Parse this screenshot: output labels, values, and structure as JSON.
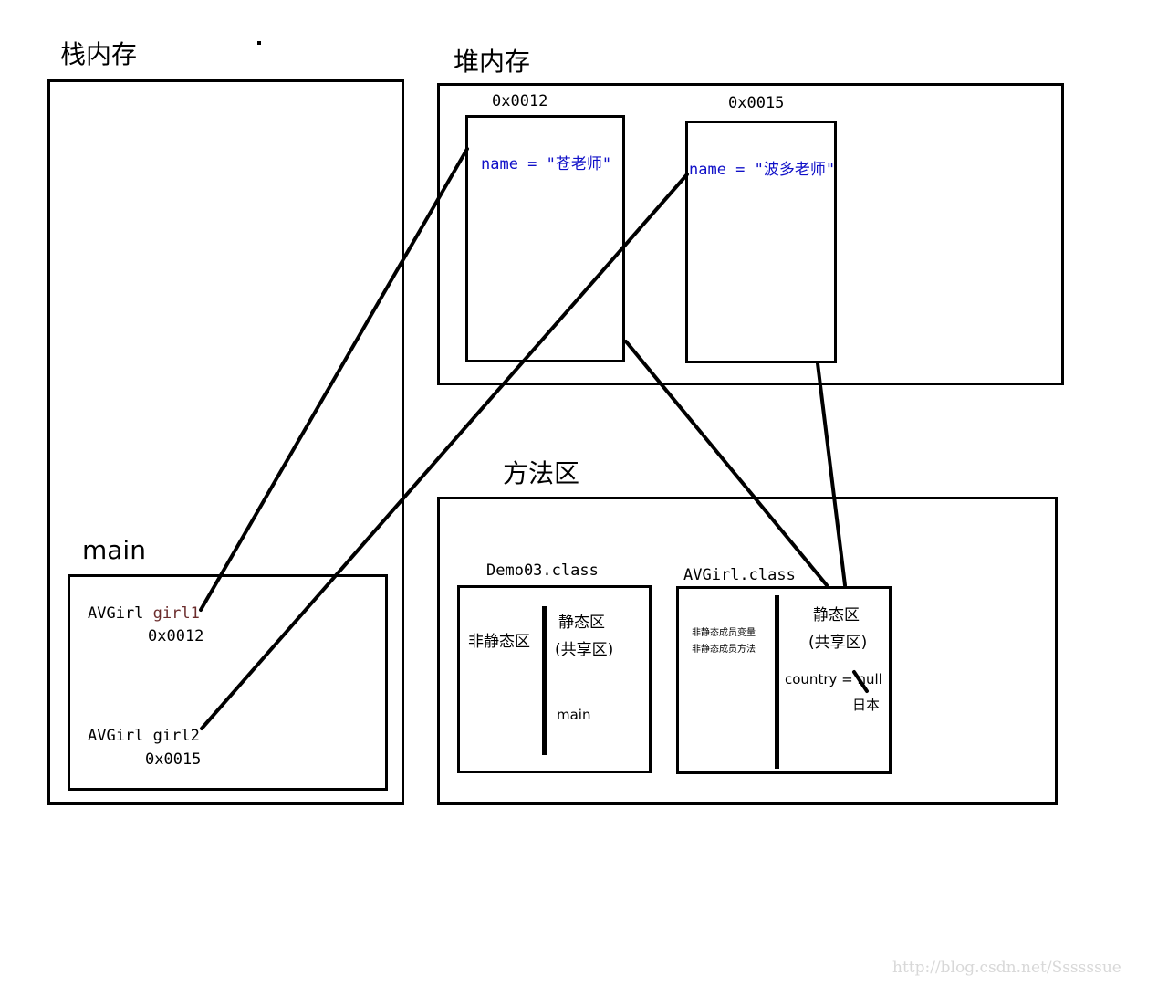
{
  "stack": {
    "title": "栈内存",
    "frame": {
      "title": "main",
      "vars": [
        {
          "type": "AVGirl",
          "name": "girl1",
          "address": "0x0012"
        },
        {
          "type": "AVGirl",
          "name": "girl2",
          "address": "0x0015"
        }
      ]
    }
  },
  "heap": {
    "title": "堆内存",
    "objects": [
      {
        "address": "0x0012",
        "field": "name = ",
        "value": "\"苍老师\""
      },
      {
        "address": "0x0015",
        "field": "name = ",
        "value": "\"波多老师\""
      }
    ]
  },
  "method_area": {
    "title": "方法区",
    "classes": [
      {
        "name": "Demo03.class",
        "non_static_label": "非静态区",
        "static_label_line1": "静态区",
        "static_label_line2": "(共享区)",
        "static_member": "main"
      },
      {
        "name": "AVGirl.class",
        "non_static_line1": "非静态成员变量",
        "non_static_line2": "非静态成员方法",
        "static_label_line1": "静态区",
        "static_label_line2": "(共享区)",
        "static_member": "country = null",
        "static_member_value": "日本"
      }
    ]
  },
  "watermark": "http://blog.csdn.net/Ssssssue",
  "colors": {
    "keyword": "#1010c8",
    "var_name": "#6b2c2c",
    "line": "#000000",
    "watermark": "#d8d8d8"
  }
}
